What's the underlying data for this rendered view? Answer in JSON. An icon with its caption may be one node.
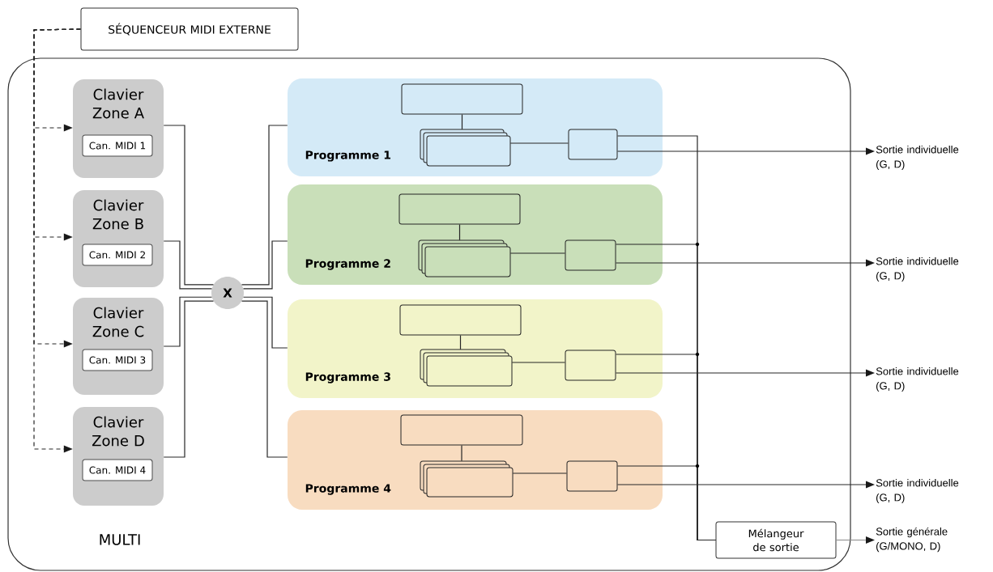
{
  "diagram": {
    "nodes": [
      {
        "text": [
          "MULTI"
        ]
      },
      {
        "text": [
          "SÉQUENCEUR MIDI EXTERNE"
        ]
      },
      {
        "text": [
          "Clavier Zone A"
        ],
        "in": 0
      },
      {
        "text": [
          "Can. MIDI 1"
        ],
        "in": 2
      },
      {
        "text": [
          "Clavier Zone B"
        ],
        "in": 0
      },
      {
        "text": [
          "Can. MIDI 2"
        ],
        "in": 4
      },
      {
        "text": [
          "Clavier Zone C"
        ],
        "in": 0
      },
      {
        "text": [
          "Can. MIDI 3"
        ],
        "in": 6
      },
      {
        "text": [
          "Clavier Zone D"
        ],
        "in": 0
      },
      {
        "text": [
          "Can. MIDI 4"
        ],
        "in": 8
      },
      {
        "text": [
          "X"
        ],
        "in": 0
      },
      {
        "text": [
          "Programme 1"
        ],
        "in": 0
      },
      {
        "text": [],
        "shape": "box",
        "in": 11
      },
      {
        "text": [],
        "shape": "box",
        "in": 11
      },
      {
        "text": [],
        "shape": "box",
        "in": 11
      },
      {
        "text": [
          "Programme 2"
        ],
        "in": 0
      },
      {
        "text": [],
        "shape": "box",
        "in": 15
      },
      {
        "text": [],
        "shape": "box",
        "in": 15
      },
      {
        "text": [],
        "shape": "box",
        "in": 15
      },
      {
        "text": [
          "Programme 3"
        ],
        "in": 0
      },
      {
        "text": [],
        "shape": "box",
        "in": 19
      },
      {
        "text": [],
        "shape": "box",
        "in": 19
      },
      {
        "text": [],
        "shape": "box",
        "in": 19
      },
      {
        "text": [
          "Programme 4"
        ],
        "in": 0
      },
      {
        "text": [],
        "shape": "box",
        "in": 23
      },
      {
        "text": [],
        "shape": "box",
        "in": 23
      },
      {
        "text": [],
        "shape": "box",
        "in": 23
      },
      {
        "text": [
          "Mélangeur de sortie"
        ],
        "in": 0
      },
      {
        "text": [
          "Sortie individuelle (G, D)"
        ]
      },
      {
        "text": [
          "Sortie individuelle (G, D)"
        ]
      },
      {
        "text": [
          "Sortie individuelle (G, D)"
        ]
      },
      {
        "text": [
          "Sortie individuelle (G, D)"
        ]
      },
      {
        "text": [
          "Sortie générale (G/MONO, D)"
        ]
      }
    ],
    "edges": [
      {
        "from": 1,
        "to": 2,
        "arrow": "to",
        "style": "dashed"
      },
      {
        "from": 1,
        "to": 4,
        "arrow": "to",
        "style": "dashed"
      },
      {
        "from": 1,
        "to": 6,
        "arrow": "to",
        "style": "dashed"
      },
      {
        "from": 1,
        "to": 8,
        "arrow": "to",
        "style": "dashed"
      },
      {
        "from": 2,
        "to": 10,
        "arrow": "none"
      },
      {
        "from": 4,
        "to": 10,
        "arrow": "none"
      },
      {
        "from": 6,
        "to": 10,
        "arrow": "none"
      },
      {
        "from": 8,
        "to": 10,
        "arrow": "none"
      },
      {
        "from": 10,
        "to": 11,
        "arrow": "none"
      },
      {
        "from": 10,
        "to": 15,
        "arrow": "none"
      },
      {
        "from": 10,
        "to": 19,
        "arrow": "none"
      },
      {
        "from": 10,
        "to": 23,
        "arrow": "none"
      },
      {
        "from": 12,
        "to": 13,
        "arrow": "none"
      },
      {
        "from": 13,
        "to": 14,
        "arrow": "none"
      },
      {
        "from": 14,
        "to": 28,
        "arrow": "to"
      },
      {
        "from": 14,
        "to": 27,
        "arrow": "none"
      },
      {
        "from": 16,
        "to": 17,
        "arrow": "none"
      },
      {
        "from": 17,
        "to": 18,
        "arrow": "none"
      },
      {
        "from": 18,
        "to": 29,
        "arrow": "to"
      },
      {
        "from": 18,
        "to": 27,
        "arrow": "none"
      },
      {
        "from": 20,
        "to": 21,
        "arrow": "none"
      },
      {
        "from": 21,
        "to": 22,
        "arrow": "none"
      },
      {
        "from": 22,
        "to": 30,
        "arrow": "to"
      },
      {
        "from": 22,
        "to": 27,
        "arrow": "none"
      },
      {
        "from": 24,
        "to": 25,
        "arrow": "none"
      },
      {
        "from": 25,
        "to": 26,
        "arrow": "none"
      },
      {
        "from": 26,
        "to": 31,
        "arrow": "to"
      },
      {
        "from": 26,
        "to": 27,
        "arrow": "none"
      },
      {
        "from": 27,
        "to": 32,
        "arrow": "to",
        "color": "#888888"
      }
    ]
  }
}
